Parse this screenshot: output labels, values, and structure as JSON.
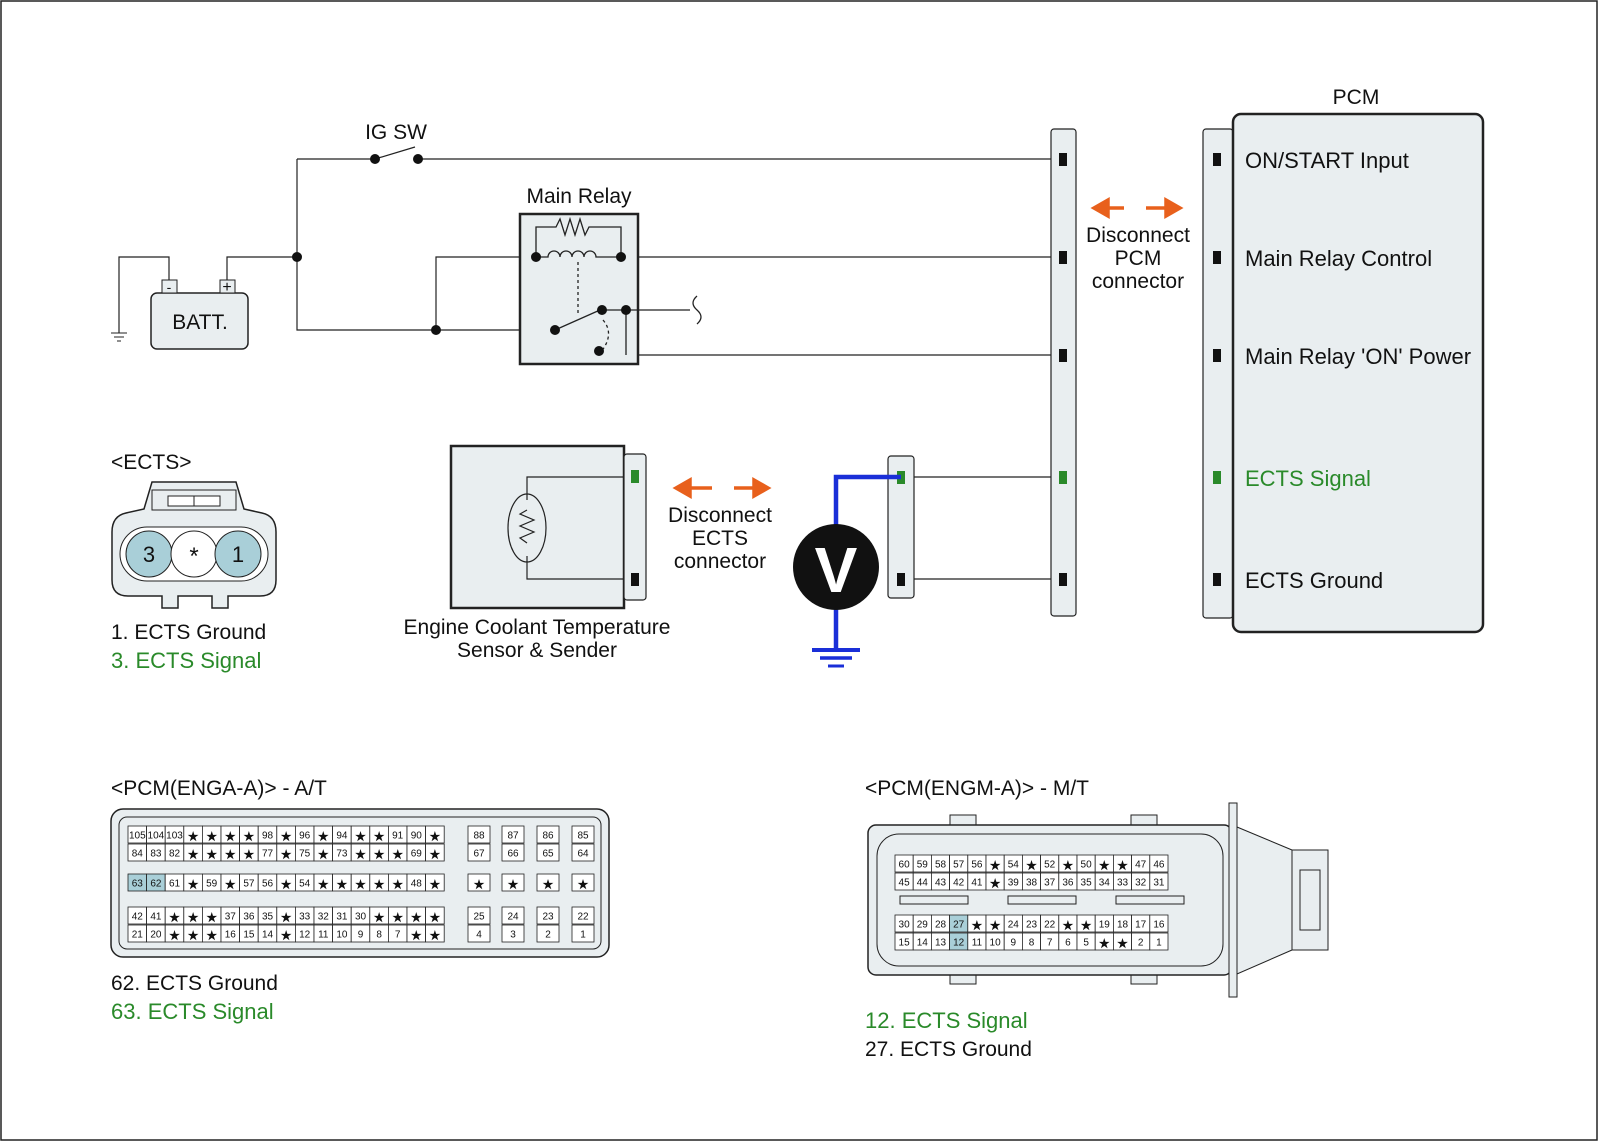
{
  "title_pcm": "PCM",
  "ig_sw": "IG SW",
  "main_relay": "Main Relay",
  "batt": "BATT.",
  "batt_neg": "-",
  "batt_pos": "+",
  "pcm_terminals": [
    "ON/START Input",
    "Main Relay Control",
    "Main Relay 'ON' Power",
    "ECTS Signal",
    "ECTS Ground"
  ],
  "disconnect_pcm": [
    "Disconnect",
    "PCM",
    "connector"
  ],
  "disconnect_ects": [
    "Disconnect",
    "ECTS",
    "connector"
  ],
  "sensor_name": [
    "Engine Coolant Temperature",
    "Sensor & Sender"
  ],
  "voltmeter": "V",
  "ects_connector": {
    "title": "<ECTS>",
    "pins": [
      "3",
      "*",
      "1"
    ],
    "legend": [
      "1. ECTS Ground",
      "3. ECTS Signal"
    ]
  },
  "pcm_a": {
    "title": "<PCM(ENGA-A)> - A/T",
    "rows": [
      [
        "105",
        "104",
        "103",
        "*",
        "*",
        "*",
        "*",
        "98",
        "*",
        "96",
        "*",
        "94",
        "*",
        "*",
        "91",
        "90",
        "*"
      ],
      [
        "84",
        "83",
        "82",
        "*",
        "*",
        "*",
        "*",
        "77",
        "*",
        "75",
        "*",
        "73",
        "*",
        "*",
        "*",
        "69",
        "*"
      ],
      [
        "63",
        "62",
        "61",
        "*",
        "59",
        "*",
        "57",
        "56",
        "*",
        "54",
        "*",
        "*",
        "*",
        "*",
        "*",
        "48",
        "*"
      ],
      [
        "42",
        "41",
        "*",
        "*",
        "*",
        "37",
        "36",
        "35",
        "*",
        "33",
        "32",
        "31",
        "30",
        "*",
        "*",
        "*",
        "*"
      ],
      [
        "21",
        "20",
        "*",
        "*",
        "*",
        "16",
        "15",
        "14",
        "*",
        "12",
        "11",
        "10",
        "9",
        "8",
        "7",
        "*",
        "*"
      ]
    ],
    "side": [
      [
        "88",
        "87",
        "86",
        "85"
      ],
      [
        "67",
        "66",
        "65",
        "64"
      ],
      [
        "*",
        "*",
        "*",
        "*"
      ],
      [
        "25",
        "24",
        "23",
        "22"
      ],
      [
        "4",
        "3",
        "2",
        "1"
      ]
    ],
    "legend": [
      "62. ECTS Ground",
      "63. ECTS Signal"
    ]
  },
  "pcm_m": {
    "title": "<PCM(ENGM-A)> - M/T",
    "rows": [
      [
        "60",
        "59",
        "58",
        "57",
        "56",
        "*",
        "54",
        "*",
        "52",
        "*",
        "50",
        "*",
        "*",
        "47",
        "46"
      ],
      [
        "45",
        "44",
        "43",
        "42",
        "41",
        "*",
        "39",
        "38",
        "37",
        "36",
        "35",
        "34",
        "33",
        "32",
        "31"
      ],
      [
        "30",
        "29",
        "28",
        "27",
        "*",
        "*",
        "24",
        "23",
        "22",
        "*",
        "*",
        "19",
        "18",
        "17",
        "16"
      ],
      [
        "15",
        "14",
        "13",
        "12",
        "11",
        "10",
        "9",
        "8",
        "7",
        "6",
        "5",
        "*",
        "*",
        "2",
        "1"
      ]
    ],
    "legend": [
      "12. ECTS Signal",
      "27. ECTS Ground"
    ]
  },
  "colors": {
    "signal_green": "#2a8a2a",
    "highlight_pin": "#a9cfd8",
    "probe_blue": "#1a2fd8",
    "arrow_orange": "#e8601c",
    "box_fill": "#e9eef0"
  }
}
